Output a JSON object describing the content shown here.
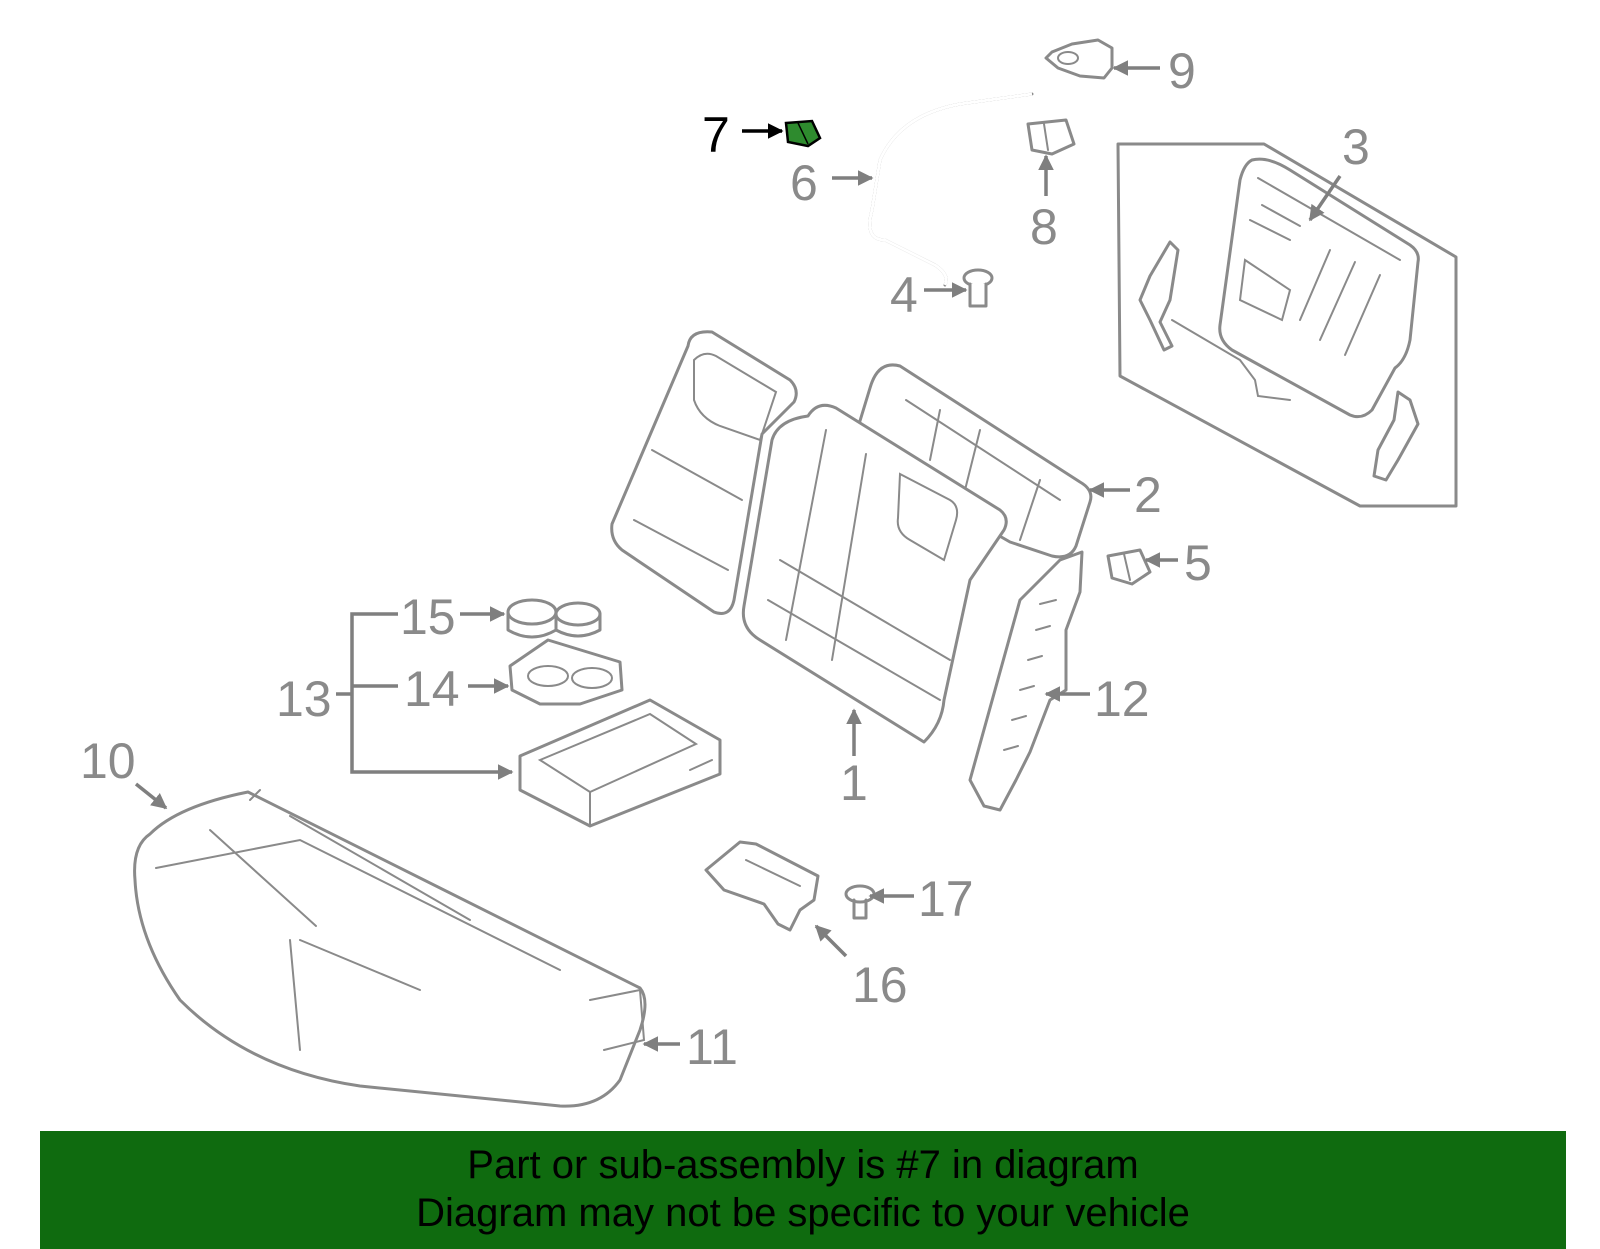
{
  "diagram": {
    "highlighted_part": "7",
    "highlight_color": "#2e8b2e",
    "callouts": [
      "1",
      "2",
      "3",
      "4",
      "5",
      "6",
      "7",
      "8",
      "9",
      "10",
      "11",
      "12",
      "13",
      "14",
      "15",
      "16",
      "17"
    ]
  },
  "banner": {
    "line1": "Part or sub-assembly is #7 in diagram",
    "line2": "Diagram may not be specific to your vehicle",
    "background": "#0f6b0f"
  }
}
